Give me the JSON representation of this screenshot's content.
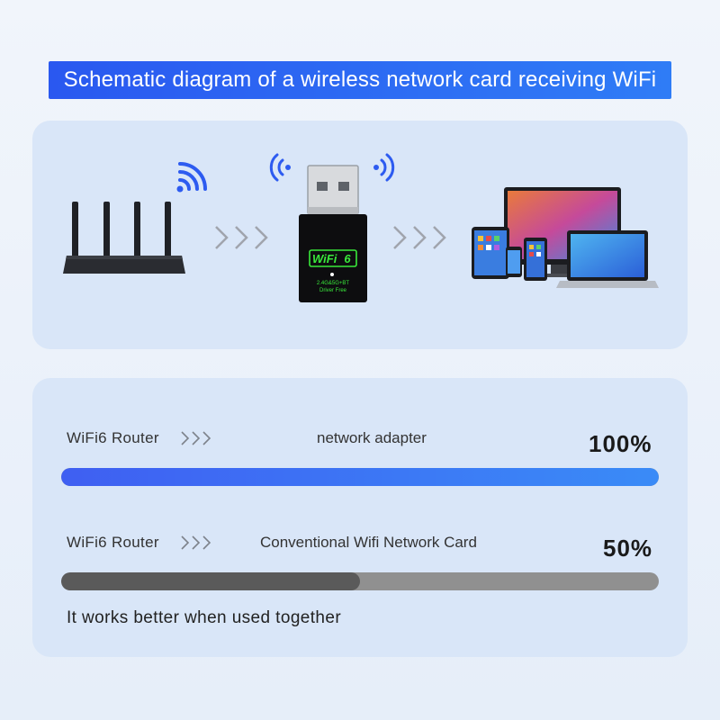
{
  "title": "Schematic diagram of a wireless network card receiving WiFi",
  "adapter": {
    "logo_text": "WiFi",
    "logo_number": "6",
    "spec_line1": "2.4G&5G+BT",
    "spec_line2": "Driver Free"
  },
  "comparisons": [
    {
      "source": "WiFi6 Router",
      "target": "network adapter",
      "percent_label": "100%",
      "percent_value": 100,
      "color": "#3a62f2"
    },
    {
      "source": "WiFi6 Router",
      "target": "Conventional Wifi Network Card",
      "percent_label": "50%",
      "percent_value": 50,
      "color": "#5a5a5a"
    }
  ],
  "footer_note": "It works better when used together",
  "colors": {
    "title_bg": "#2a58f0",
    "panel_bg": "#d9e6f8",
    "wifi_signal": "#2d5bf0",
    "adapter_neon": "#39e83a"
  }
}
